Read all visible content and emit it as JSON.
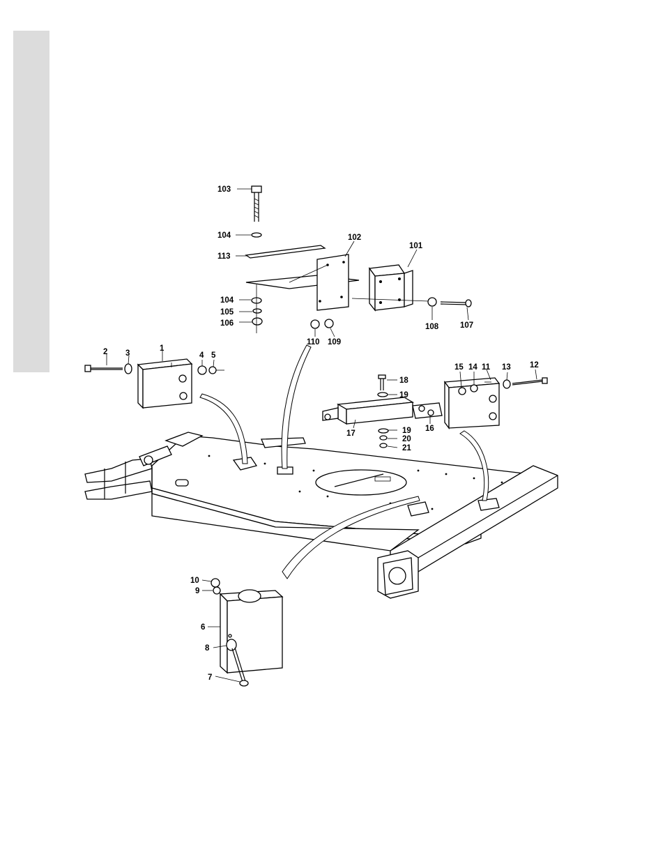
{
  "labels": {
    "l1": "1",
    "l2": "2",
    "l3": "3",
    "l4": "4",
    "l5": "5",
    "l6": "6",
    "l7": "7",
    "l8": "8",
    "l9": "9",
    "l10": "10",
    "l11": "11",
    "l12": "12",
    "l13": "13",
    "l14": "14",
    "l15": "15",
    "l16": "16",
    "l17": "17",
    "l18": "18",
    "l19a": "19",
    "l19b": "19",
    "l20": "20",
    "l21": "21",
    "l101": "101",
    "l102": "102",
    "l103": "103",
    "l104a": "104",
    "l104b": "104",
    "l105": "105",
    "l106": "106",
    "l107": "107",
    "l108": "108",
    "l109": "109",
    "l110": "110",
    "l113": "113"
  }
}
